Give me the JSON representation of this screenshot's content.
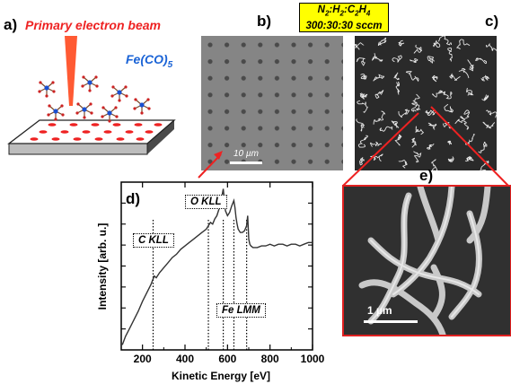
{
  "panels": {
    "a": {
      "label": "a)",
      "beam_label": "Primary electron beam",
      "precursor_label": "Fe(CO)",
      "precursor_subscript": "5"
    },
    "b": {
      "label": "b)",
      "scale_label": "10 µm"
    },
    "gas": {
      "line1_parts": [
        "N",
        "2",
        ":H",
        "2",
        ":C",
        "2",
        "H",
        "4"
      ],
      "line2": "300:30:30 sccm"
    },
    "c": {
      "label": "c)"
    },
    "d": {
      "label": "d)"
    },
    "e": {
      "label": "e)",
      "scale_label": "1 µm"
    }
  },
  "chart_data": {
    "type": "line",
    "title": "",
    "xlabel": "Kinetic Energy [eV]",
    "ylabel": "Intensity [arb. u.]",
    "xlim": [
      100,
      1000
    ],
    "xticks": [
      200,
      400,
      600,
      800,
      1000
    ],
    "y_tick_labels_shown": false,
    "series": [
      {
        "name": "",
        "x": [
          105,
          120,
          140,
          160,
          180,
          200,
          220,
          240,
          255,
          265,
          280,
          300,
          320,
          340,
          360,
          380,
          400,
          420,
          440,
          460,
          480,
          500,
          510,
          520,
          530,
          540,
          550,
          560,
          570,
          580,
          590,
          600,
          610,
          620,
          630,
          635,
          640,
          645,
          650,
          660,
          670,
          680,
          690,
          695,
          700,
          705,
          710,
          720,
          740,
          760,
          780,
          800,
          820,
          840,
          860,
          880,
          900,
          920,
          940,
          960,
          980,
          1000
        ],
        "y": [
          0.03,
          0.08,
          0.13,
          0.18,
          0.23,
          0.29,
          0.34,
          0.39,
          0.44,
          0.43,
          0.46,
          0.49,
          0.52,
          0.55,
          0.57,
          0.6,
          0.62,
          0.64,
          0.66,
          0.68,
          0.7,
          0.72,
          0.74,
          0.76,
          0.75,
          0.78,
          0.8,
          0.84,
          0.89,
          0.96,
          0.83,
          0.8,
          0.82,
          0.86,
          0.89,
          0.85,
          0.79,
          0.75,
          0.72,
          0.7,
          0.7,
          0.71,
          0.74,
          0.8,
          0.66,
          0.63,
          0.62,
          0.61,
          0.61,
          0.62,
          0.62,
          0.63,
          0.62,
          0.63,
          0.63,
          0.62,
          0.63,
          0.63,
          0.62,
          0.63,
          0.64,
          0.64
        ]
      }
    ],
    "peak_lines_x": [
      250,
      510,
      580,
      630,
      690
    ],
    "annotations": [
      {
        "text": "C KLL"
      },
      {
        "text": "O KLL"
      },
      {
        "text": "Fe LMM"
      }
    ]
  }
}
